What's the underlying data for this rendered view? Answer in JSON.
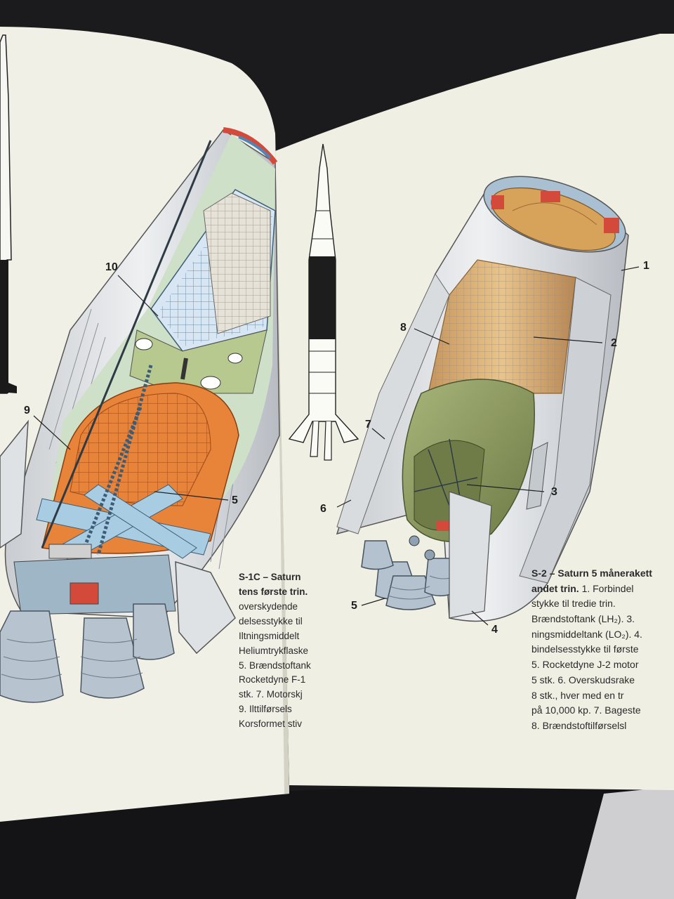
{
  "left_page": {
    "callouts": [
      "10",
      "9",
      "5"
    ],
    "caption_title": "S-1C – Saturn",
    "caption_title_2": "tens første trin.",
    "caption_lines": [
      "overskydende",
      "delsesstykke til",
      "Iltningsmiddelt",
      "Heliumtrykflaske",
      "5. Brændstoftank",
      "Rocketdyne F-1",
      "stk. 7. Motorskj",
      "9. Ilttilførsels",
      "Korsformet stiv"
    ]
  },
  "right_page": {
    "callouts": [
      "1",
      "2",
      "8",
      "7",
      "3",
      "6",
      "5",
      "4"
    ],
    "caption_title": "S-2 – Saturn 5 månerakett",
    "caption_title_2": "andet trin.",
    "caption_title_2b": "1. Forbindel",
    "caption_lines": [
      "stykke til tredie trin.",
      "Brændstoftank (LH₂). 3.",
      "ningsmiddeltank (LO₂). 4.",
      "bindelsesstykke til første",
      "5. Rocketdyne J-2 motor",
      "5 stk. 6. Overskudsrake",
      "8 stk., hver med en tr",
      "på 10,000 kp. 7. Bageste",
      "8. Brændstoftilførselsl"
    ]
  },
  "colors": {
    "background": "#1b1b1d",
    "page": "#f1f0e6",
    "orange_tank": "#e8833a",
    "blue_structure": "#8fb9d6",
    "green_tank": "#8c9a5e",
    "gold_tank": "#d9a862"
  }
}
